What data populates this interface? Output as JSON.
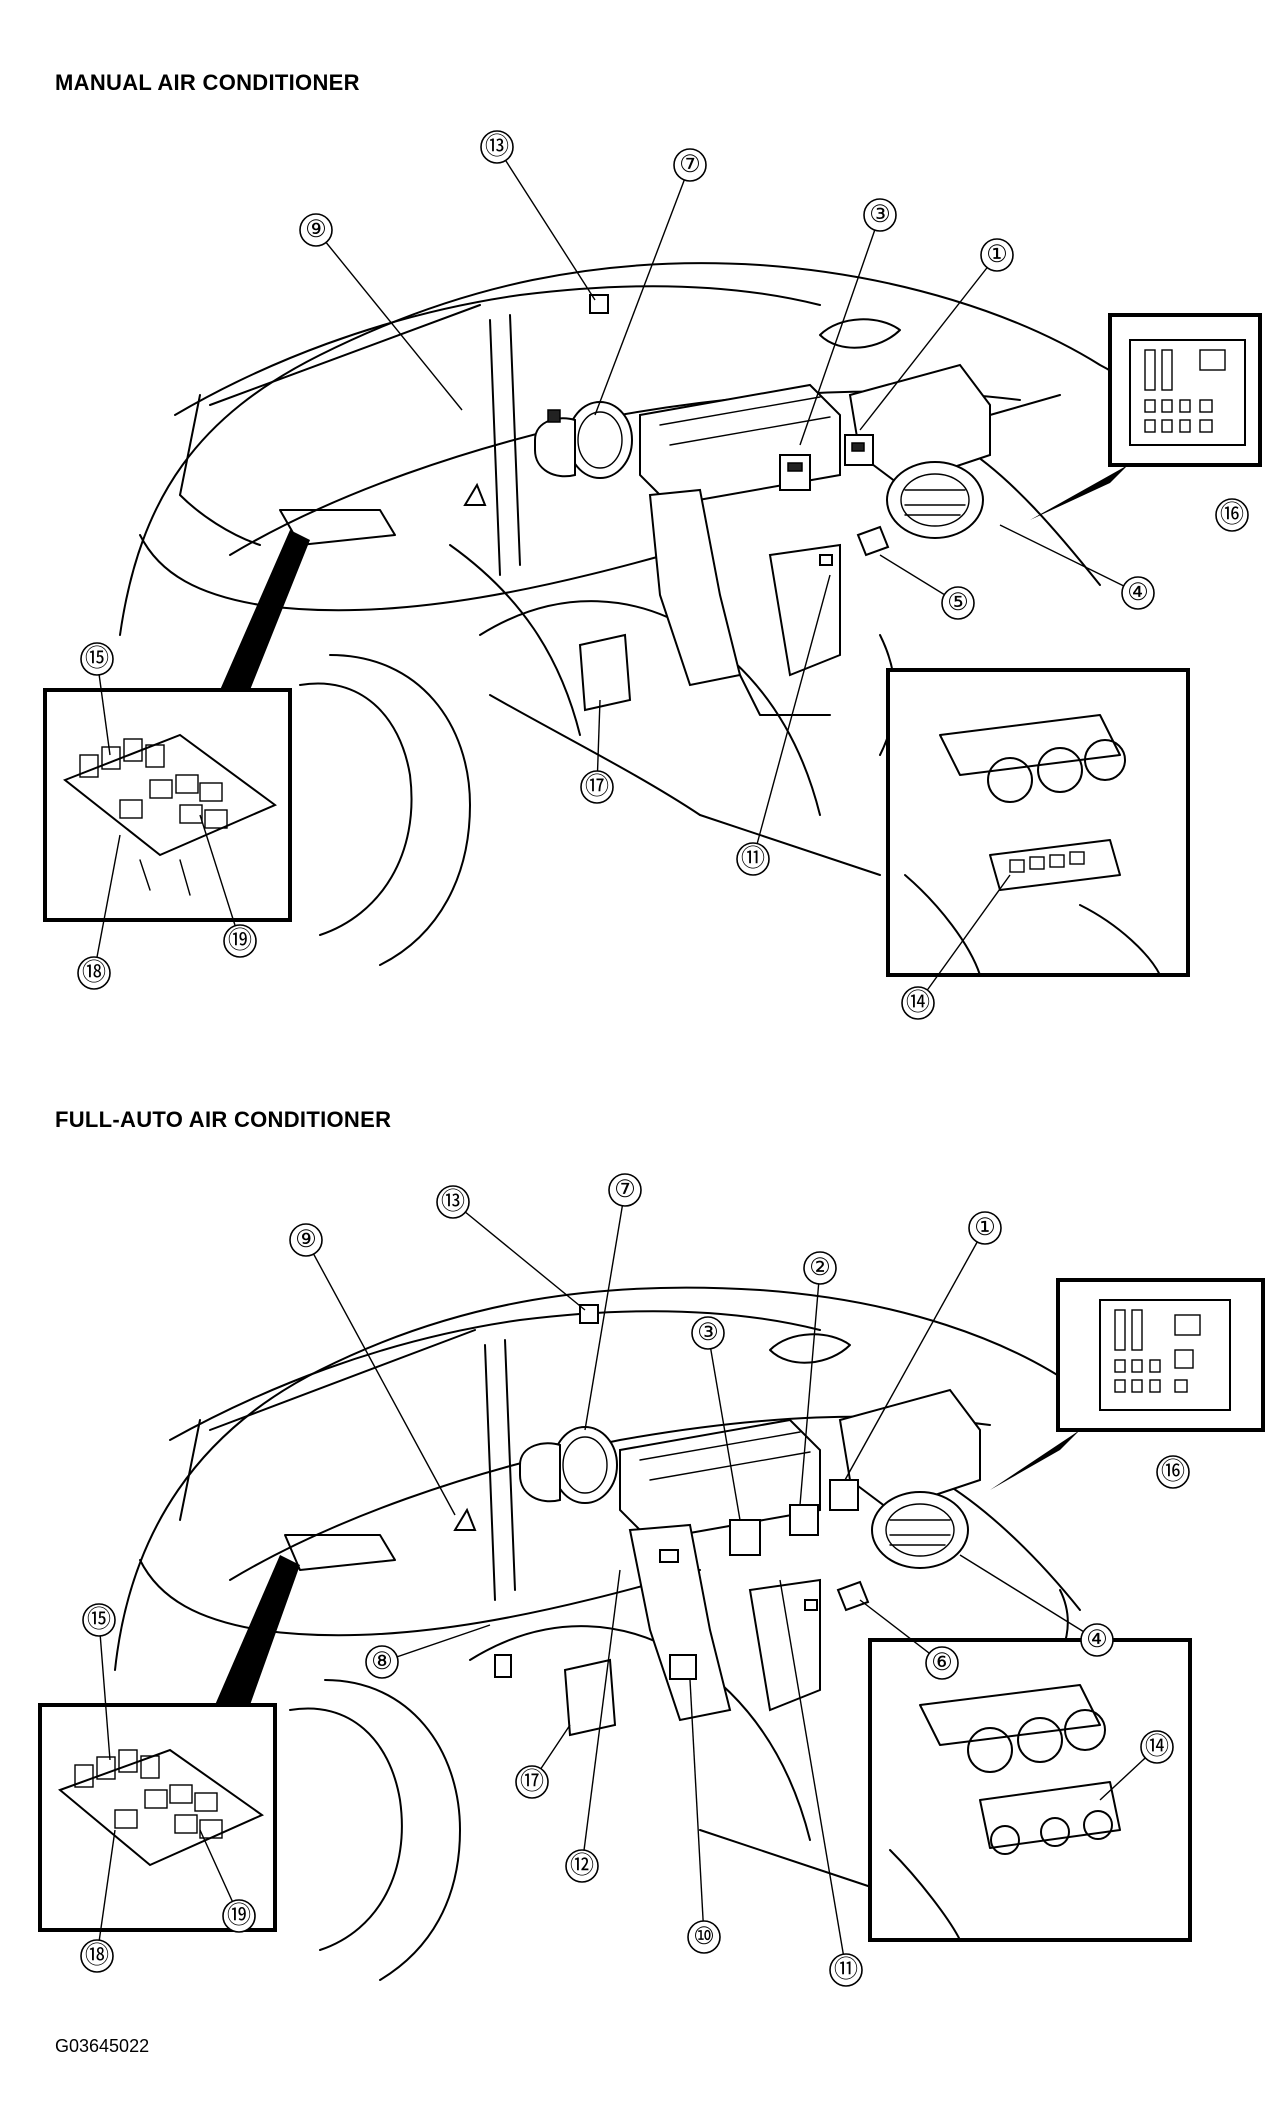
{
  "sections": [
    {
      "title": "MANUAL AIR CONDITIONER",
      "callouts": [
        "⑬",
        "⑦",
        "⑨",
        "③",
        "①",
        "⑯",
        "④",
        "⑤",
        "⑮",
        "⑰",
        "⑪",
        "⑲",
        "⑱",
        "⑭"
      ]
    },
    {
      "title": "FULL-AUTO AIR CONDITIONER",
      "callouts": [
        "⑬",
        "⑦",
        "⑨",
        "②",
        "①",
        "③",
        "⑯",
        "④",
        "⑧",
        "⑥",
        "⑮",
        "⑰",
        "⑫",
        "⑩",
        "⑲",
        "⑭",
        "⑱",
        "⑪"
      ]
    }
  ],
  "figure_id": "G03645022"
}
